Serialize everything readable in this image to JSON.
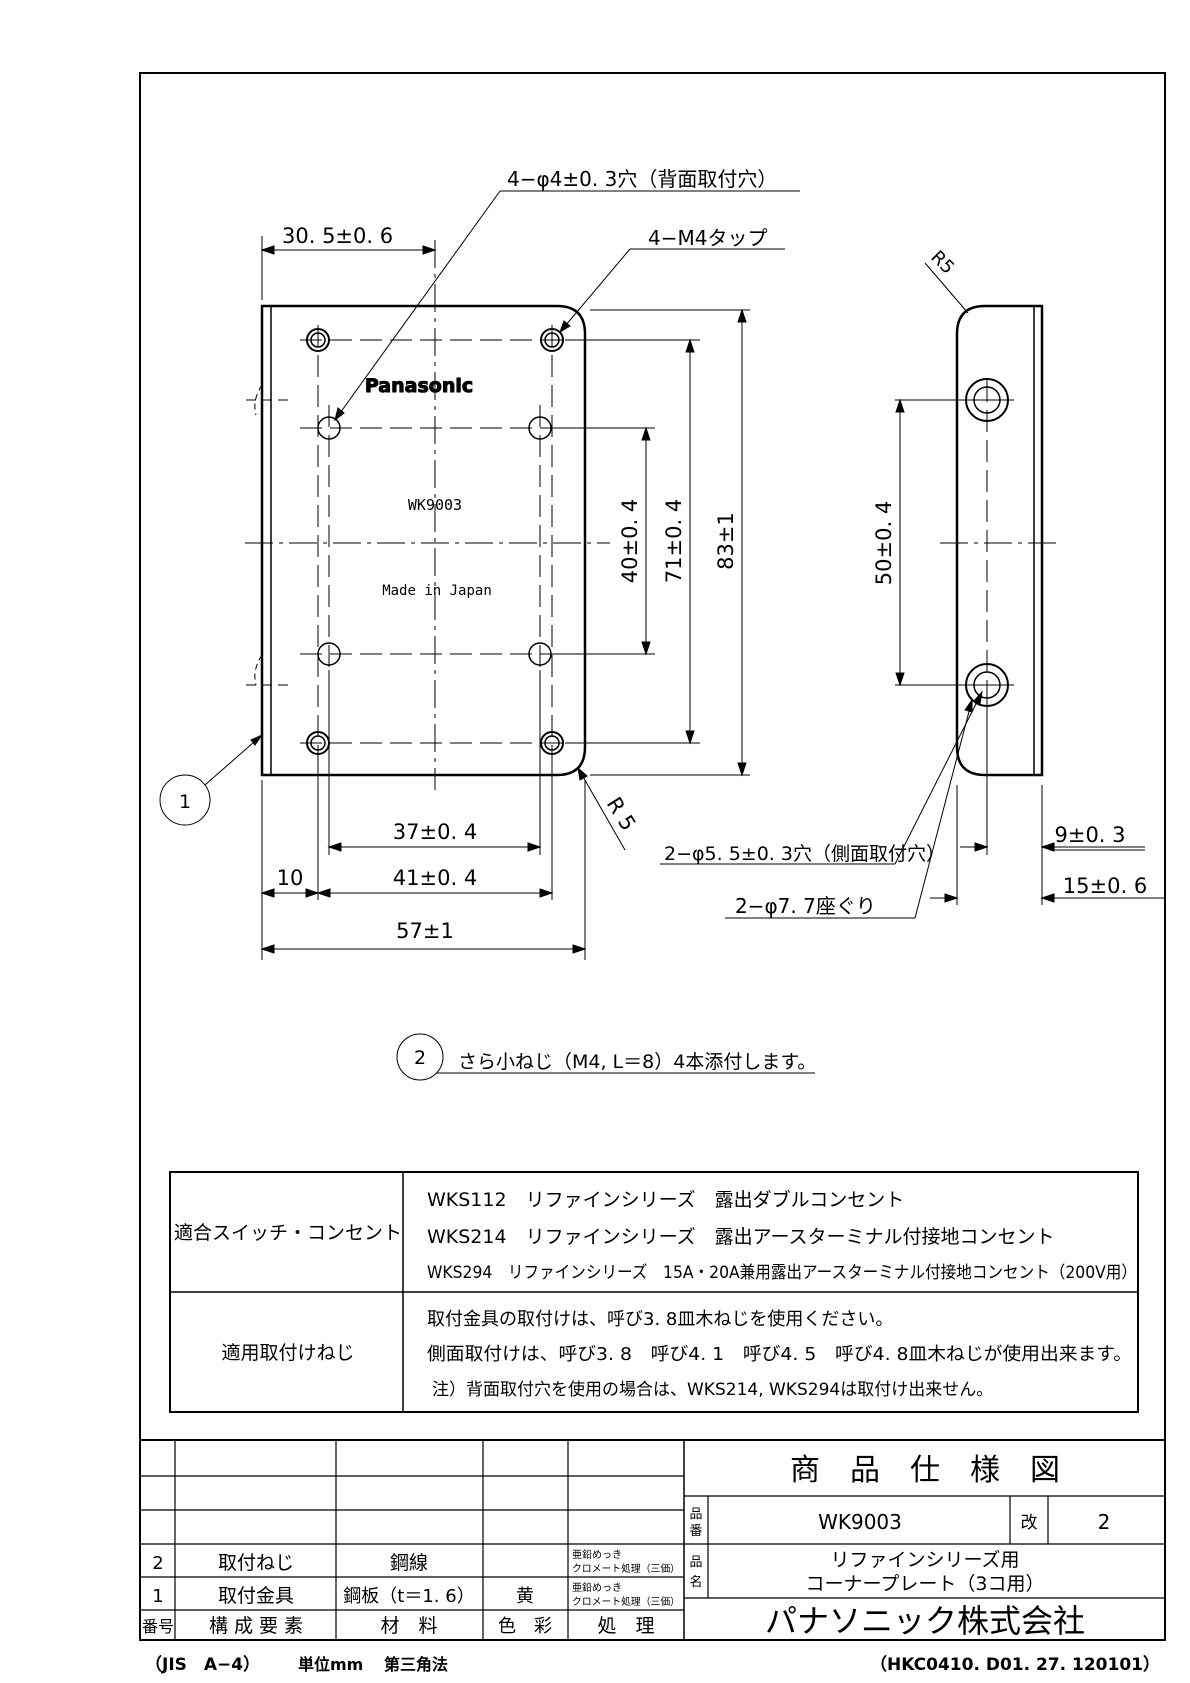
{
  "drawing": {
    "hole_callout_back": "4−φ4±0. 3穴（背面取付穴）",
    "tap_callout": "4−M4タップ",
    "dim_top_offset": "30. 5±0. 6",
    "logo": "Panasonic",
    "plate_model": "WK9003",
    "plate_origin": "Made in Japan",
    "dim_40": "40±0. 4",
    "dim_71": "71±0. 4",
    "dim_83": "83±1",
    "dim_37": "37±0. 4",
    "dim_41": "41±0. 4",
    "dim_10": "10",
    "dim_57": "57±1",
    "radius_front": "R 5",
    "radius_side": "R5",
    "dim_50": "50±0. 4",
    "side_hole_callout": "2−φ5. 5±0. 3穴（側面取付穴）",
    "counterbore_callout": "2−φ7. 7座ぐり",
    "dim_9": "9±0. 3",
    "dim_15": "15±0. 6",
    "balloon_1": "1",
    "balloon_2": "2",
    "note_2": "さら小ねじ（M4, L＝8）4本添付します。"
  },
  "spec_table": {
    "row1_label": "適合スイッチ・コンセント",
    "row1_lines": [
      "WKS112　リファインシリーズ　露出ダブルコンセント",
      "WKS214　リファインシリーズ　露出アースターミナル付接地コンセント",
      "WKS294　リファインシリーズ　15A・20A兼用露出アースターミナル付接地コンセント（200V用）"
    ],
    "row2_label": "適用取付けねじ",
    "row2_lines": [
      "取付金具の取付けは、呼び3. 8皿木ねじを使用ください。",
      "側面取付けは、呼び3. 8　呼び4. 1　呼び4. 5　呼び4. 8皿木ねじが使用出来ます。",
      "注）背面取付穴を使用の場合は、WKS214, WKS294は取付け出来せん。"
    ]
  },
  "title_block": {
    "title": "商　品　仕　様　図",
    "hinban_label": "品番",
    "hinban": "WK9003",
    "kai_label": "改",
    "kai": "2",
    "hinmei_label": "品名",
    "hinmei_line1": "リファインシリーズ用",
    "hinmei_line2": "コーナープレート（3コ用）",
    "company": "パナソニック株式会社",
    "parts": [
      {
        "no": "2",
        "name": "取付ねじ",
        "material": "鋼線",
        "color": "",
        "finish1": "亜鉛めっき",
        "finish2": "クロメート処理（三価）"
      },
      {
        "no": "1",
        "name": "取付金具",
        "material": "鋼板（t＝1. 6）",
        "color": "黄",
        "finish1": "亜鉛めっき",
        "finish2": "クロメート処理（三価）"
      }
    ],
    "headers": {
      "no": "番号",
      "name": "構 成 要 素",
      "material": "材　料",
      "color": "色　彩",
      "finish": "処　理"
    }
  },
  "footer": {
    "left_standard": "（JIS　A−4）",
    "left_unit": "単位mm",
    "left_projection": "第三角法",
    "right_code": "（HKC0410. D01. 27. 120101）"
  }
}
